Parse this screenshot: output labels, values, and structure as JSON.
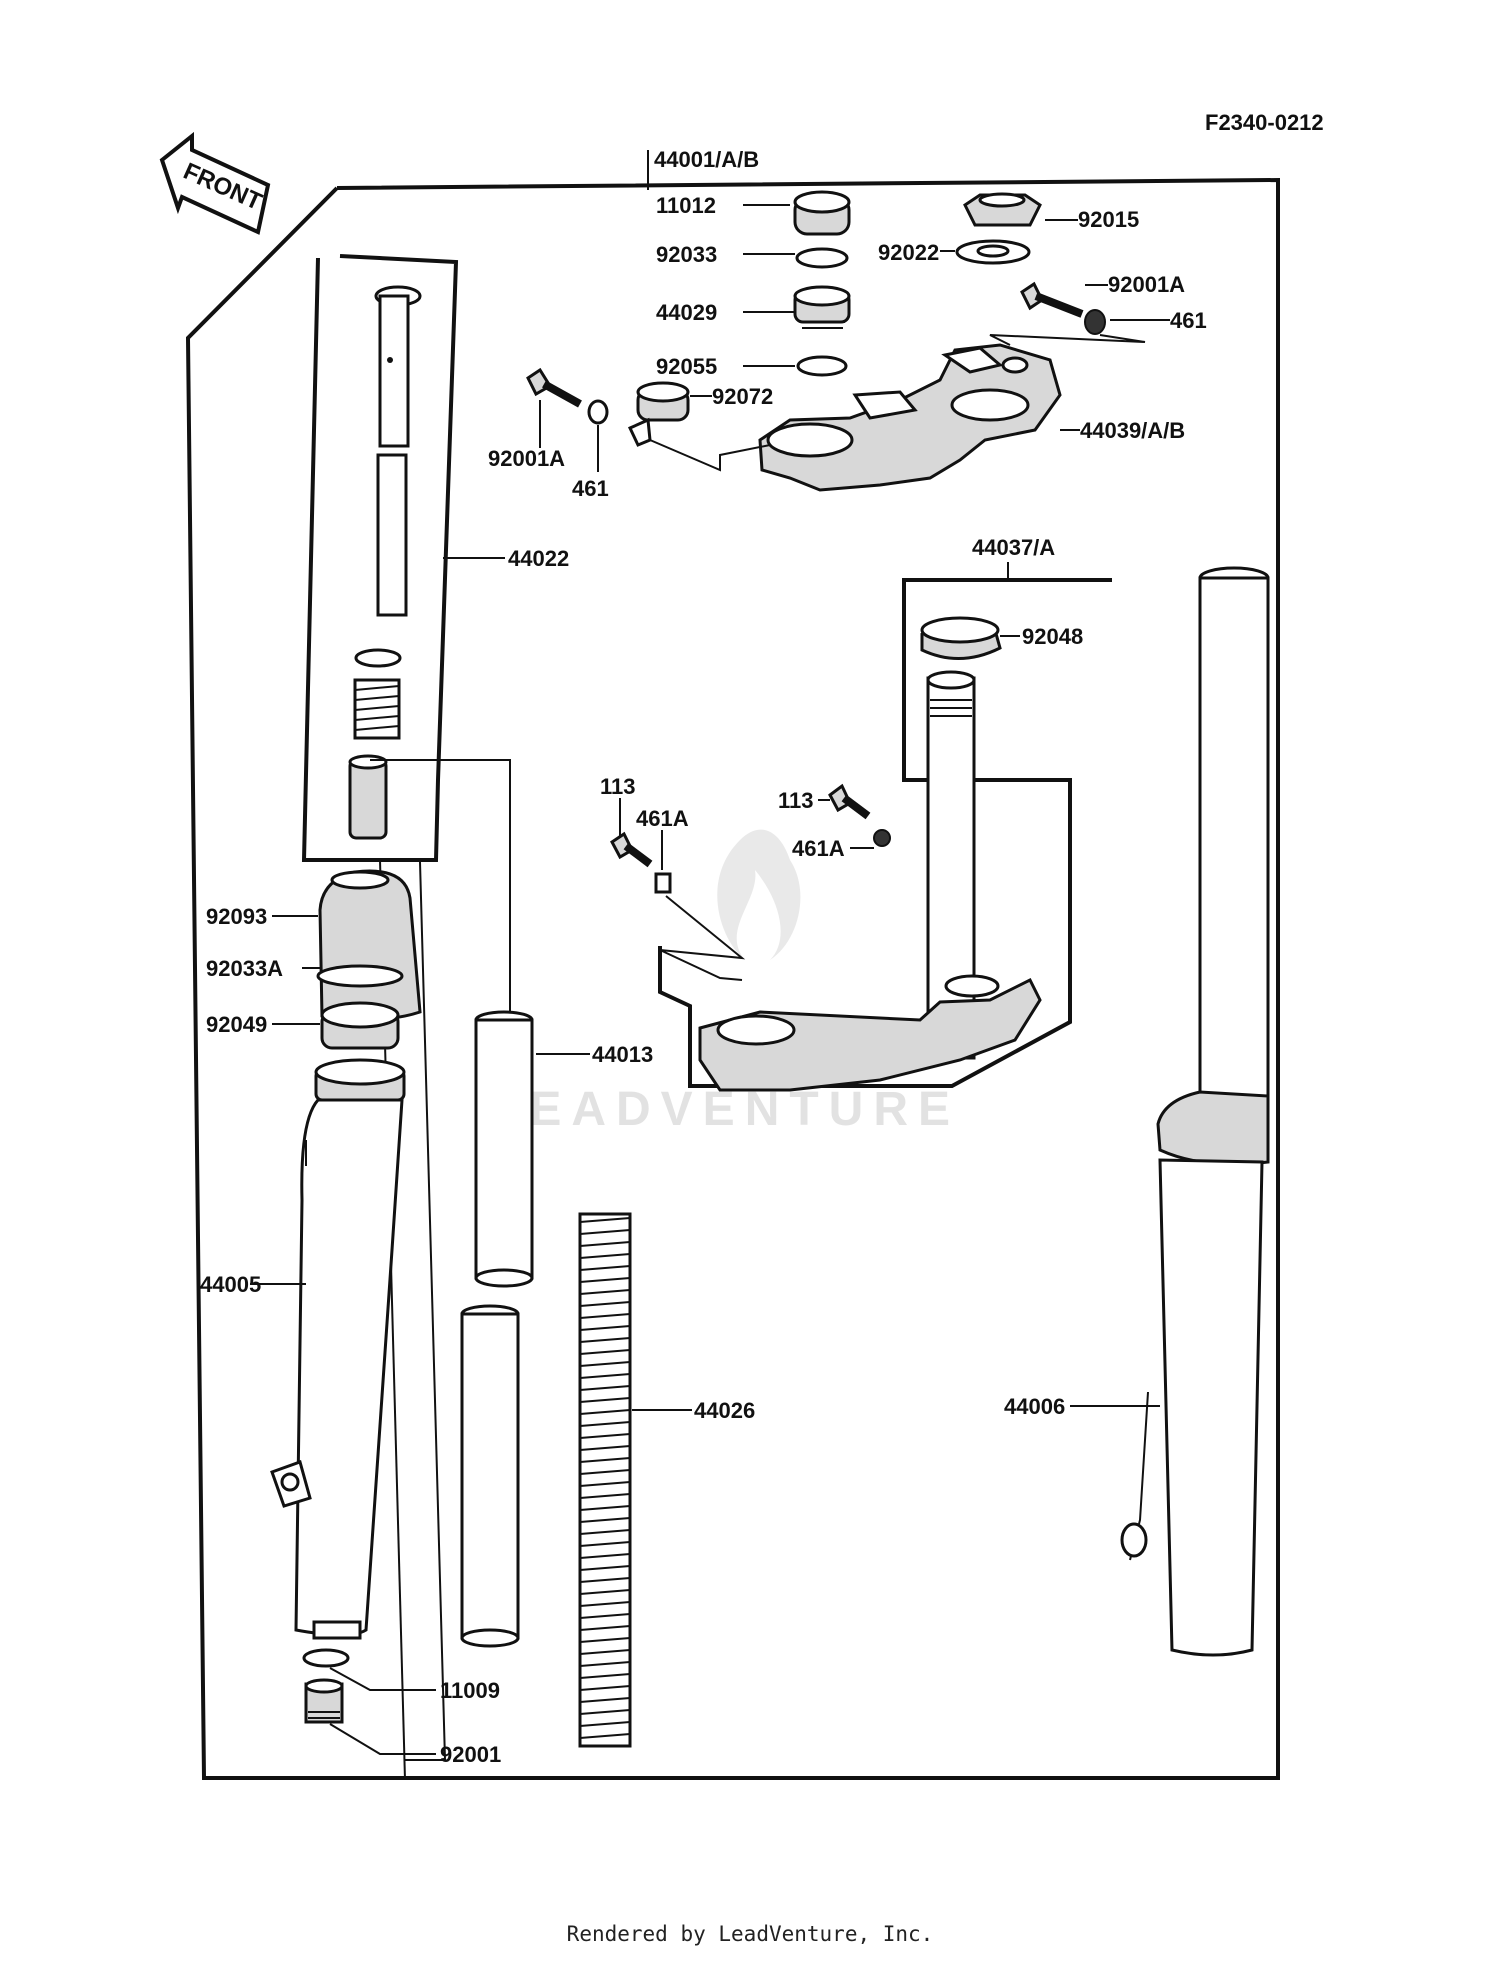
{
  "diagram_code": "F2340-0212",
  "front_label": "FRONT",
  "watermark": "LEADVENTURE",
  "footer": "Rendered by LeadVenture, Inc.",
  "labels": {
    "l44001": "44001/A/B",
    "l11012": "11012",
    "l92015": "92015",
    "l92033": "92033",
    "l92022": "92022",
    "l92001A_a": "92001A",
    "l461_a": "461",
    "l44029": "44029",
    "l92055": "92055",
    "l92072": "92072",
    "l44039": "44039/A/B",
    "l92001A_b": "92001A",
    "l461_b": "461",
    "l44022": "44022",
    "l44037": "44037/A",
    "l92048": "92048",
    "l113_a": "113",
    "l461A_a": "461A",
    "l113_b": "113",
    "l461A_b": "461A",
    "l92093": "92093",
    "l92033A": "92033A",
    "l92049": "92049",
    "l44013": "44013",
    "l44005": "44005",
    "l44026": "44026",
    "l44006": "44006",
    "l11009": "11009",
    "l92001": "92001"
  }
}
